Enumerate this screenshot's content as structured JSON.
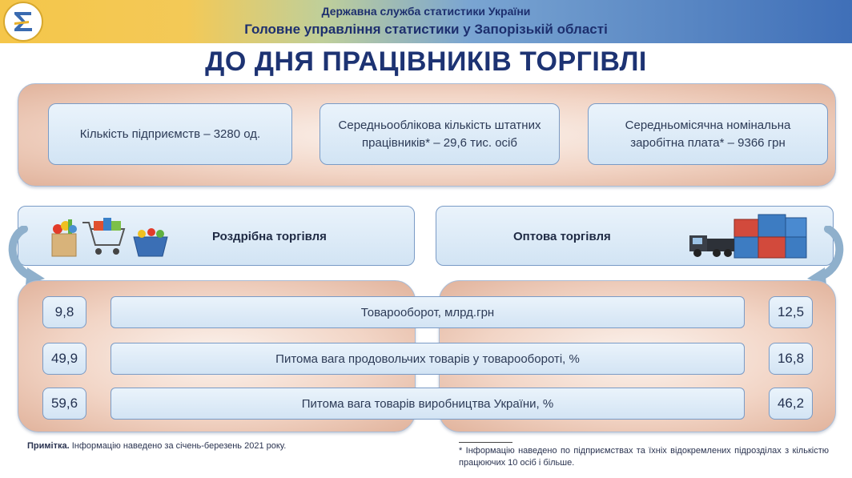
{
  "header": {
    "org_line1": "Державна служба статистики України",
    "org_line2": "Головне управління статистики у Запорізькій області",
    "logo_icon": "sigma-logo-icon"
  },
  "title": "ДО ДНЯ ПРАЦІВНИКІВ ТОРГІВЛІ",
  "kpis": [
    {
      "text": "Кількість підприємств – 3280 од."
    },
    {
      "text": "Середньооблікова кількість штатних працівників* – 29,6 тис. осіб"
    },
    {
      "text": "Середньомісячна номінальна заробітна плата* – 9366 грн"
    }
  ],
  "sections": {
    "retail": {
      "label": "Роздрібна торгівля",
      "icon": "shopping-icon"
    },
    "wholesale": {
      "label": "Оптова торгівля",
      "icon": "truck-containers-icon"
    }
  },
  "indicators": [
    {
      "label": "Товарооборот, млрд.грн",
      "retail": "9,8",
      "wholesale": "12,5"
    },
    {
      "label": "Питома вага продовольчих товарів у товарообороті, %",
      "retail": "49,9",
      "wholesale": "16,8"
    },
    {
      "label": "Питома вага товарів виробництва України, %",
      "retail": "59,6",
      "wholesale": "46,2"
    }
  ],
  "note": {
    "bold": "Примітка.",
    "text": " Інформацію наведено за січень-березень 2021 року."
  },
  "footnote": "* Інформацію наведено по підприємствах та їхніх відокремлених підрозділах з кількістю працюючих 10 осіб і більше.",
  "colors": {
    "title": "#1d3373",
    "panel_peach": "#f2d5c6",
    "box_blue": "#d2e4f4",
    "border": "#7a9bc6",
    "arrow": "#8fb0cc"
  }
}
